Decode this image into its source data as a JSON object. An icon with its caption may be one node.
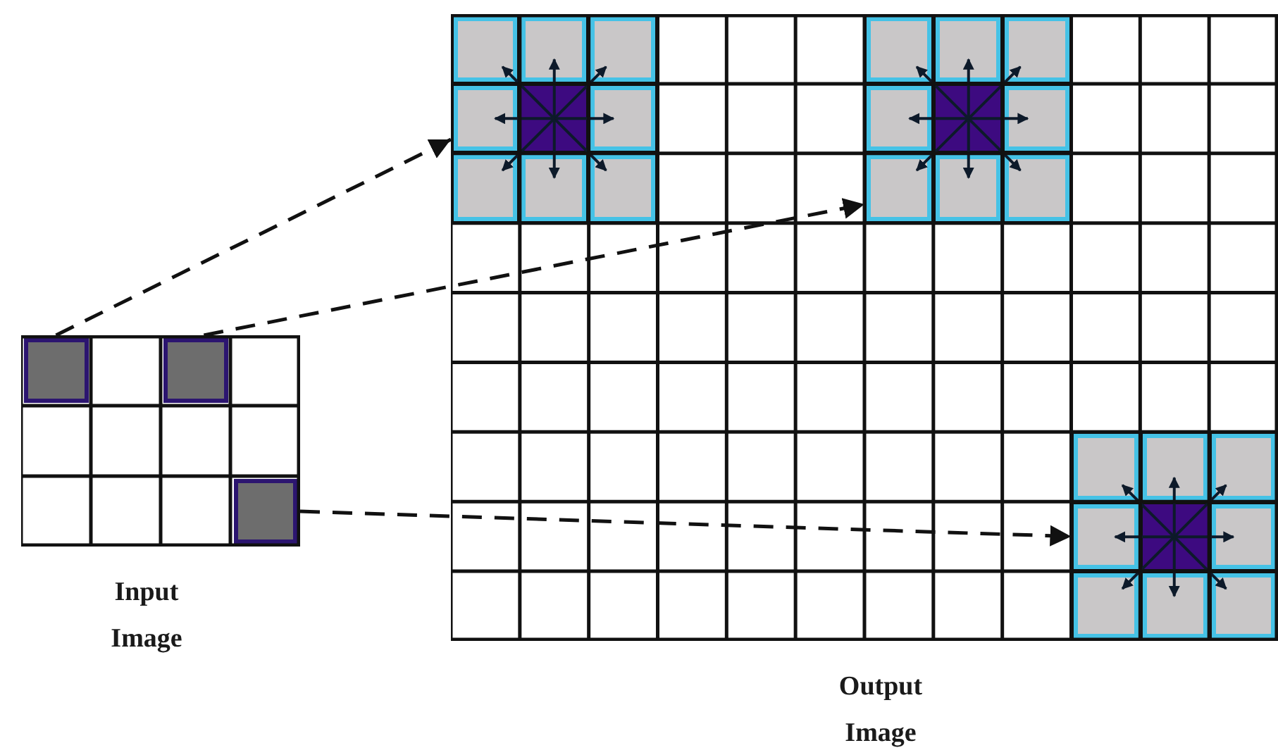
{
  "diagram": {
    "nodes": [
      {
        "text": [
          "Input Image"
        ]
      },
      {
        "text": [],
        "shape": "box",
        "in": 0
      },
      {
        "text": [],
        "shape": "box",
        "in": 0
      },
      {
        "text": [],
        "shape": "box",
        "in": 0
      },
      {
        "text": [
          "Output Image"
        ]
      },
      {
        "text": [],
        "shape": "box",
        "in": 4
      },
      {
        "text": [],
        "shape": "box",
        "in": 4
      },
      {
        "text": [],
        "shape": "box",
        "in": 4
      }
    ],
    "edges": [
      {
        "from": 1,
        "to": 5,
        "arrow": "to",
        "style": "dashed"
      },
      {
        "from": 2,
        "to": 6,
        "arrow": "to",
        "style": "dashed"
      },
      {
        "from": 3,
        "to": 7,
        "arrow": "to",
        "style": "dashed"
      }
    ]
  }
}
